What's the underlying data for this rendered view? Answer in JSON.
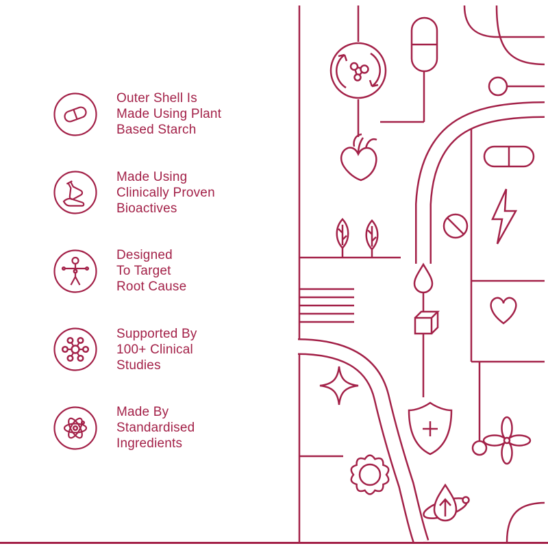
{
  "theme": {
    "accent": "#A32148",
    "background": "#FFFFFF"
  },
  "features": [
    {
      "icon_name": "capsule-icon",
      "label": "Outer Shell Is\nMade Using Plant\nBased Starch"
    },
    {
      "icon_name": "flask-hand-icon",
      "label": "Made Using\nClinically Proven\nBioactives"
    },
    {
      "icon_name": "body-target-icon",
      "label": "Designed\nTo Target\nRoot Cause"
    },
    {
      "icon_name": "molecule-icon",
      "label": "Supported By\n100+ Clinical\nStudies"
    },
    {
      "icon_name": "atom-icon",
      "label": "Made By\nStandardised\nIngredients"
    }
  ],
  "illustration": {
    "icon_names": [
      "recycle-molecule-icon",
      "capsule-pill-icon",
      "anatomical-heart-icon",
      "pill-icon",
      "lightning-icon",
      "prohibition-icon",
      "leaf-icon",
      "water-drop-icon",
      "cube-icon",
      "heart-icon",
      "sparkle-icon",
      "shield-plus-icon",
      "scalloped-badge-icon",
      "flower-icon",
      "pendant-circle-icon",
      "droplet-orbit-arrow-icon"
    ]
  }
}
